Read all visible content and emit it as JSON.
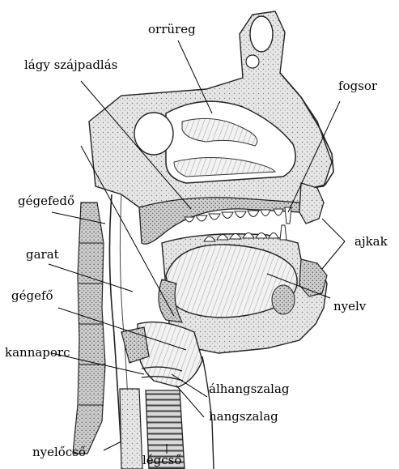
{
  "figure": {
    "labels": {
      "nasal_cavity": "orrüreg",
      "soft_palate": "lágy szájpadlás",
      "teeth": "fogsor",
      "epiglottis": "gégefedő",
      "lips": "ajkak",
      "pharynx": "garat",
      "tongue": "nyelv",
      "larynx": "gégefő",
      "arytenoid": "kannaporc",
      "false_vocal_cord": "álhangszalag",
      "vocal_cord": "hangszalag",
      "esophagus": "nyelőcső",
      "trachea": "légcső"
    }
  }
}
